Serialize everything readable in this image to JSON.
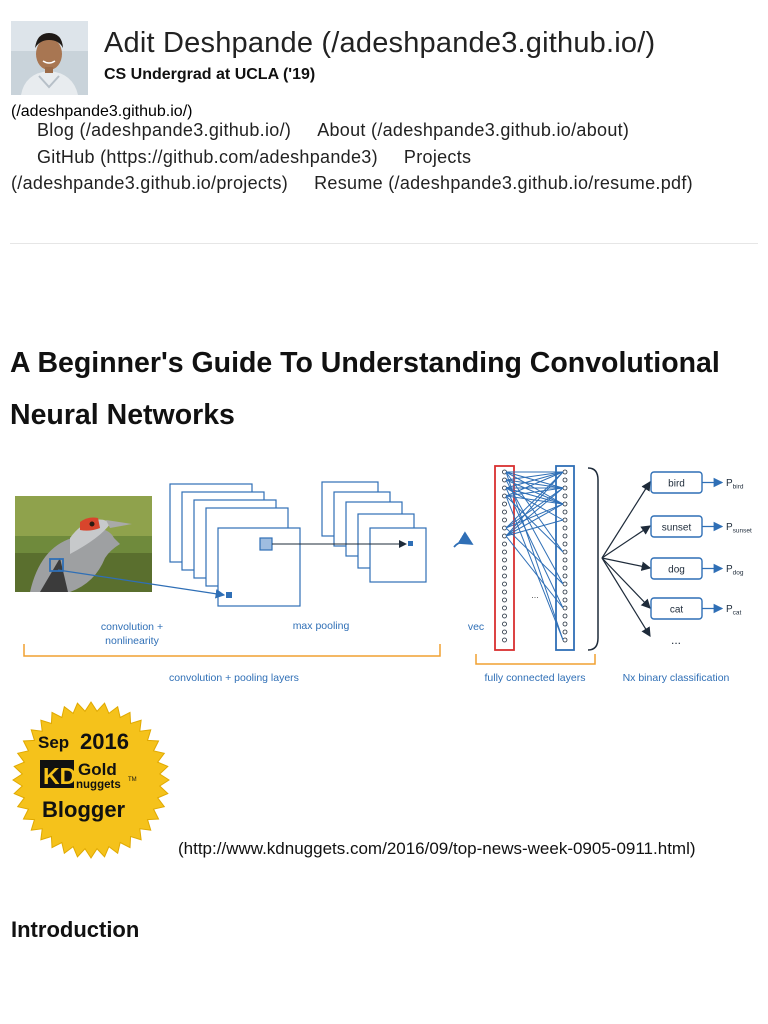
{
  "header": {
    "site_title": "Adit Deshpande (/adeshpande3.github.io/)",
    "tagline": "CS Undergrad at UCLA ('19)",
    "home_link": "(/adeshpande3.github.io/)"
  },
  "nav": {
    "items": [
      {
        "label": "Blog (/adeshpande3.github.io/)"
      },
      {
        "label": "About (/adeshpande3.github.io/about)"
      },
      {
        "label": "GitHub (https://github.com/adeshpande3)"
      },
      {
        "label": "Projects (/adeshpande3.github.io/projects)"
      },
      {
        "label": "Resume (/adeshpande3.github.io/resume.pdf)"
      }
    ]
  },
  "post": {
    "title": "A Beginner's Guide To Understanding Convolutional Neural Networks",
    "badge_link": "(http://www.kdnuggets.com/2016/09/top-news-week-0905-0911.html)",
    "section_heading": "Introduction"
  },
  "diagram": {
    "labels": {
      "conv_line1": "convolution +",
      "conv_line2": "nonlinearity",
      "max_pooling": "max pooling",
      "vec": "vec",
      "conv_pool_layers": "convolution + pooling layers",
      "fc_layers": "fully connected layers",
      "nx_binary": "Nx binary classification",
      "ellipsis": "...",
      "inner_ellipsis": "..."
    },
    "classes": [
      {
        "name": "bird",
        "prob": "P",
        "sub": "bird"
      },
      {
        "name": "sunset",
        "prob": "P",
        "sub": "sunset"
      },
      {
        "name": "dog",
        "prob": "P",
        "sub": "dog"
      },
      {
        "name": "cat",
        "prob": "P",
        "sub": "cat"
      }
    ],
    "colors": {
      "blue": "#2f6fb6",
      "orange": "#f0a030",
      "red": "#d93030"
    }
  },
  "badge": {
    "month": "Sep",
    "year": "2016",
    "kd": "KD",
    "gold": "Gold",
    "nuggets": "nuggets",
    "tm": "TM",
    "role": "Blogger",
    "color": "#f5c21b"
  }
}
